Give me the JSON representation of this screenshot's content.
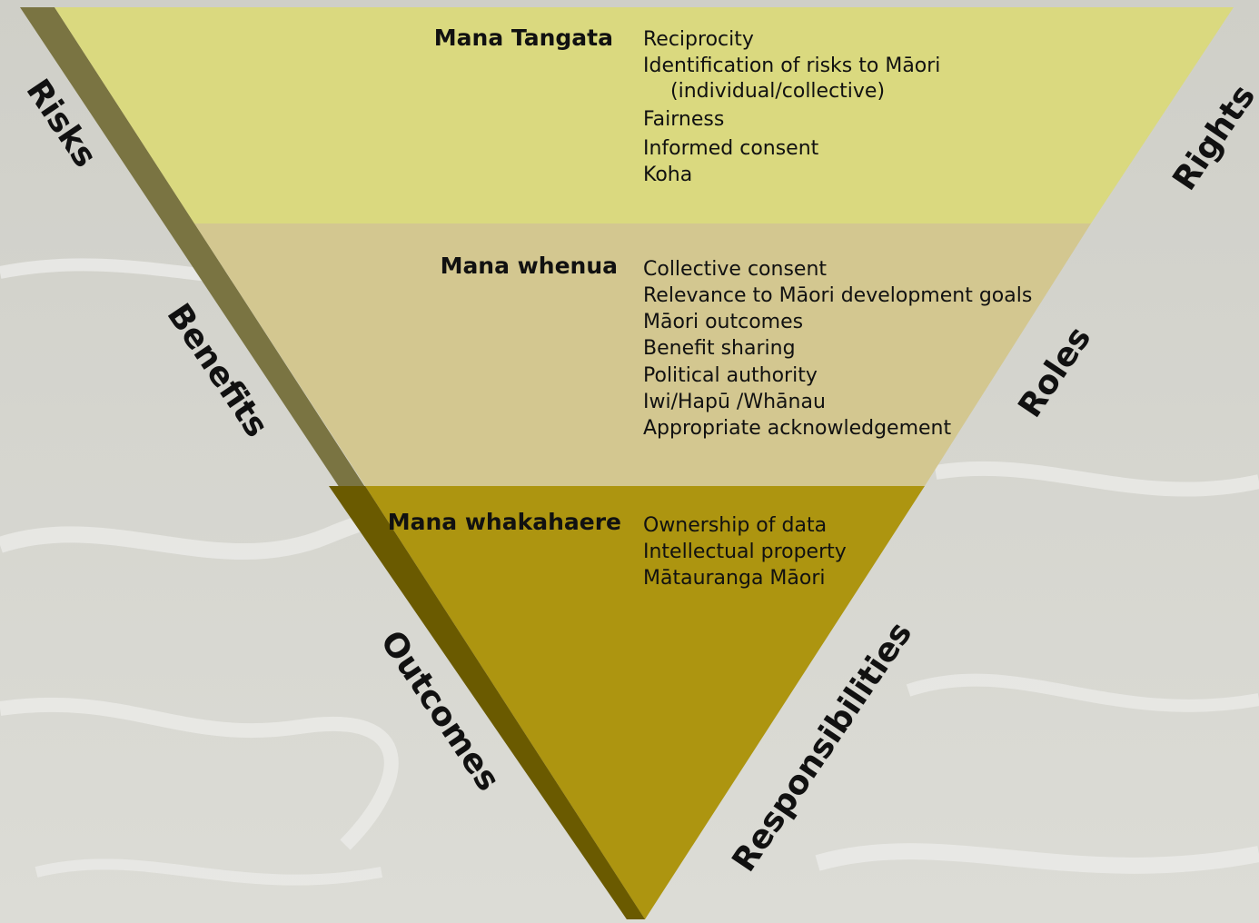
{
  "tiers": [
    {
      "title": "Mana Tangata",
      "items": [
        "Reciprocity",
        "Identification of risks to Māori",
        "(individual/collective)",
        "Fairness",
        "Informed consent",
        "Koha"
      ],
      "color": "#dad97f"
    },
    {
      "title": "Mana whenua",
      "items": [
        "Collective consent",
        "Relevance to Māori development goals",
        "Māori outcomes",
        "Benefit sharing",
        "Political authority",
        "Iwi/Hapū /Whānau",
        "Appropriate acknowledgement"
      ],
      "color": "#d3c790"
    },
    {
      "title": "Mana whakahaere",
      "items": [
        "Ownership of data",
        "Intellectual property",
        "Mātauranga Māori"
      ],
      "color": "#ad9510"
    }
  ],
  "left_labels": [
    "Risks",
    "Benefits",
    "Outcomes"
  ],
  "right_labels": [
    "Rights",
    "Roles",
    "Responsibilities"
  ],
  "colors": {
    "background": "#d9d9d3",
    "left_edge": "#7a7442",
    "left_edge_dark": "#6a5a00"
  }
}
